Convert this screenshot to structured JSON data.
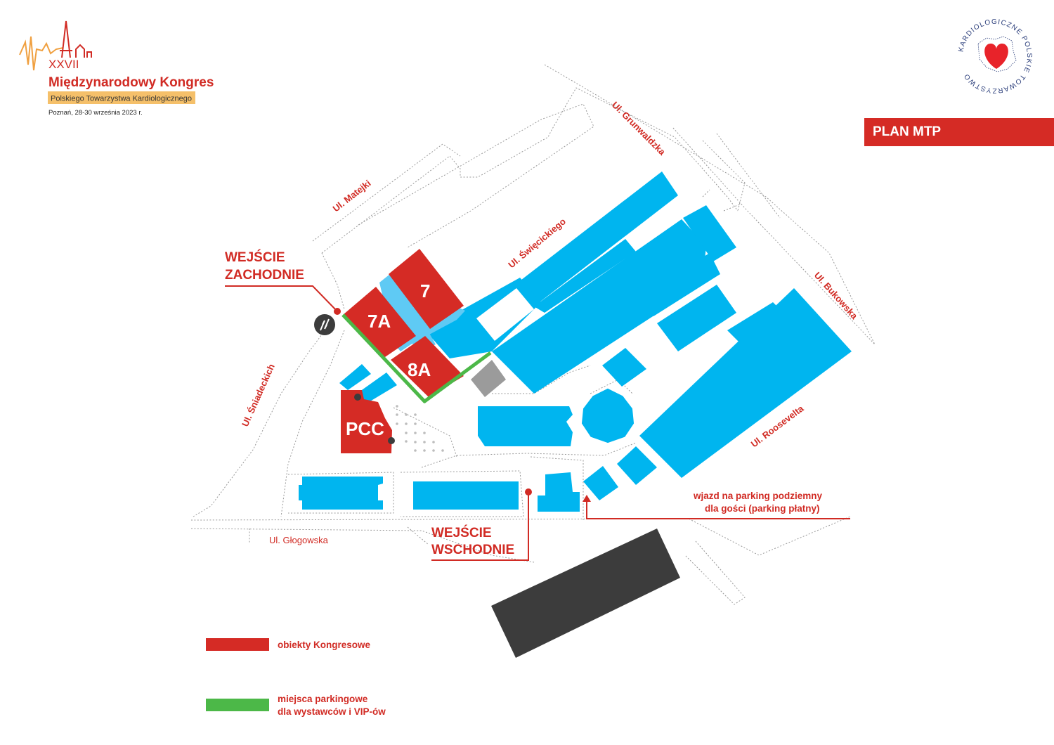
{
  "header": {
    "edition": "XXVII",
    "title": "Międzynarodowy Kongres",
    "subtitle": "Polskiego Towarzystwa Kardiologicznego",
    "dates": "Poznań, 28-30 września 2023 r."
  },
  "seal": {
    "text": "KARDIOLOGICZNE POLSKIE TOWARZYSTWO"
  },
  "badge": {
    "label": "PLAN MTP"
  },
  "streets": {
    "grunwaldzka": "Ul. Grunwaldzka",
    "matejki": "Ul. Matejki",
    "swiecickiego": "Ul. Święcickiego",
    "bukowska": "Ul. Bukowska",
    "sniadeckich": "Ul. Śniadeckich",
    "roosevelta": "Ul. Roosevelta",
    "glogowska": "Ul. Głogowska"
  },
  "halls": {
    "h7": "7",
    "h7a": "7A",
    "h8a": "8A",
    "pcc": "PCC"
  },
  "entrances": {
    "west_line1": "WEJŚCIE",
    "west_line2": "ZACHODNIE",
    "east_line1": "WEJŚCIE",
    "east_line2": "WSCHODNIE"
  },
  "parking_note": {
    "line1": "wjazd na parking podziemny",
    "line2": "dla gości (parking płatny)"
  },
  "legend": {
    "items": [
      {
        "label": "obiekty Kongresowe",
        "color": "#d52b25"
      },
      {
        "label_line1": "miejsca parkingowe",
        "label_line2": "dla wystawców i VIP-ów",
        "color": "#4cb848"
      }
    ]
  },
  "colors": {
    "congress": "#d52b25",
    "buildings": "#00b5ef",
    "parking": "#4cb848",
    "dark_building": "#3c3c3c"
  }
}
